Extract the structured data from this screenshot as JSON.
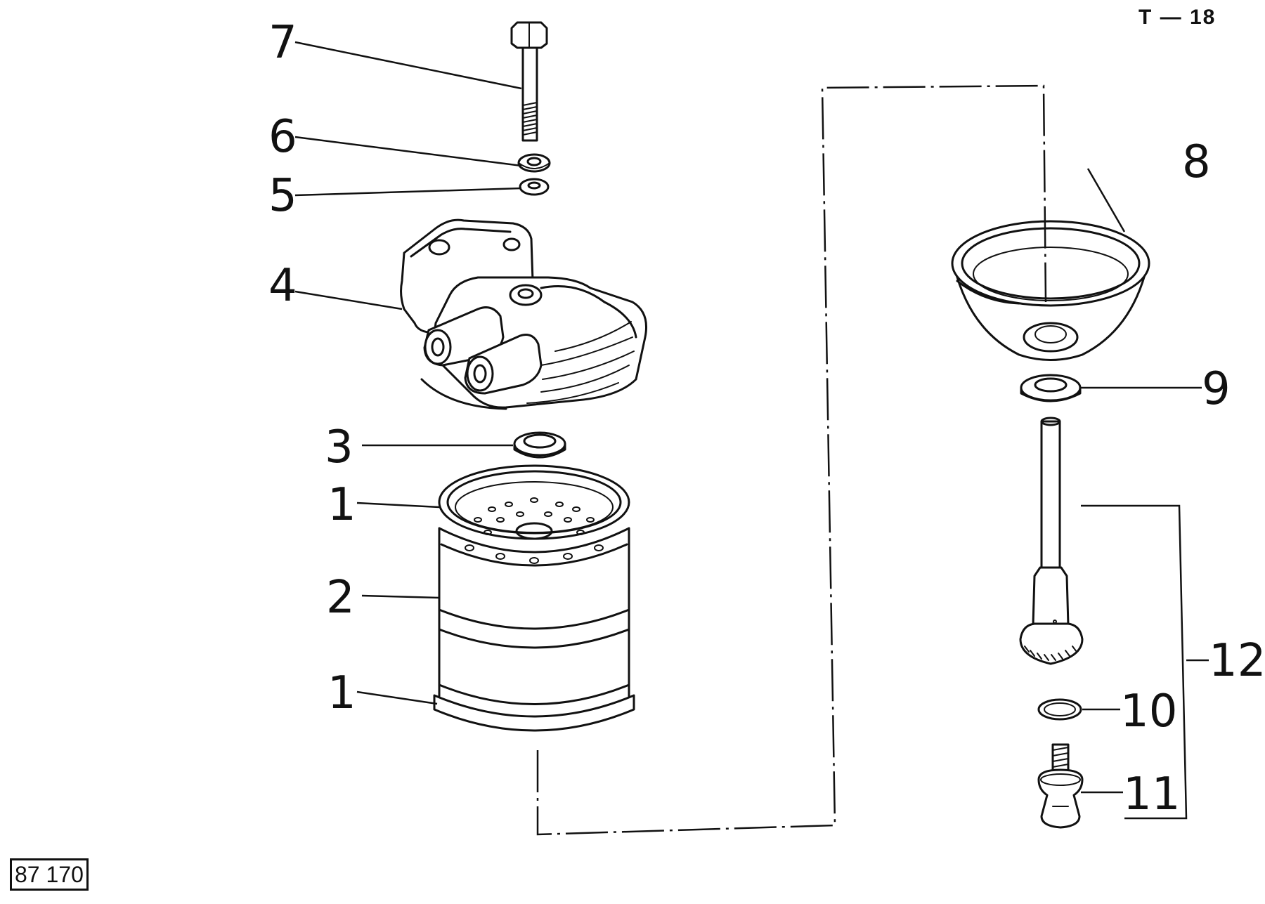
{
  "header": {
    "page_ref": "T — 18"
  },
  "footer": {
    "figure_number": "87 170"
  },
  "callouts": {
    "c1_top": "1",
    "c1_bottom": "1",
    "c2": "2",
    "c3": "3",
    "c4": "4",
    "c5": "5",
    "c6": "6",
    "c7": "7",
    "c8": "8",
    "c9": "9",
    "c10": "10",
    "c11": "11",
    "c12": "12"
  }
}
